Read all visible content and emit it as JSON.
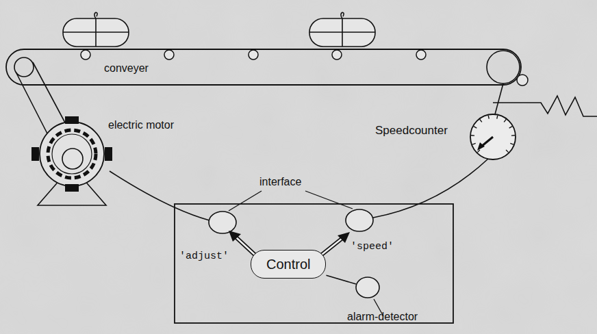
{
  "diagram": {
    "nodes": [
      {
        "text": [
          "Control"
        ]
      },
      {
        "text": [
          "alarm-detector"
        ]
      }
    ],
    "edges": [
      {
        "from": 0,
        "to": 1,
        "arrow": "none"
      }
    ],
    "labels": [
      "conveyer",
      "electric motor",
      "Speedcounter",
      "interface",
      "'adjust'",
      "'speed'"
    ]
  }
}
